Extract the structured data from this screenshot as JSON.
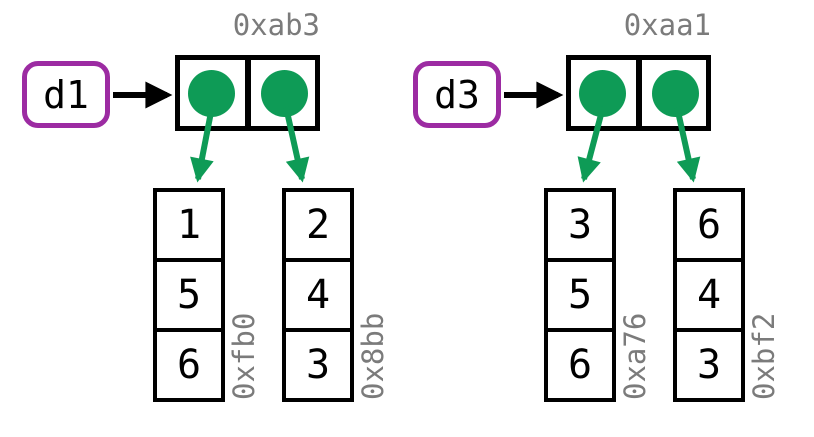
{
  "diagram": {
    "description": "Two aliasing memory diagrams: variables pointing to two-element pair objects whose pointer dots reference vertical three-element lists",
    "colors": {
      "variable_border_purple": "#9c2ba2",
      "pointer_green": "#0e9b56",
      "address_gray": "#7b7b7b",
      "line_black": "#000000",
      "background": "#ffffff"
    },
    "groups": [
      {
        "variable": "d1",
        "pair_address": "0xab3",
        "lists": [
          {
            "address": "0xfb0",
            "values": [
              "1",
              "5",
              "6"
            ]
          },
          {
            "address": "0x8bb",
            "values": [
              "2",
              "4",
              "3"
            ]
          }
        ]
      },
      {
        "variable": "d3",
        "pair_address": "0xaa1",
        "lists": [
          {
            "address": "0xa76",
            "values": [
              "3",
              "5",
              "6"
            ]
          },
          {
            "address": "0xbf2",
            "values": [
              "6",
              "4",
              "3"
            ]
          }
        ]
      }
    ]
  }
}
